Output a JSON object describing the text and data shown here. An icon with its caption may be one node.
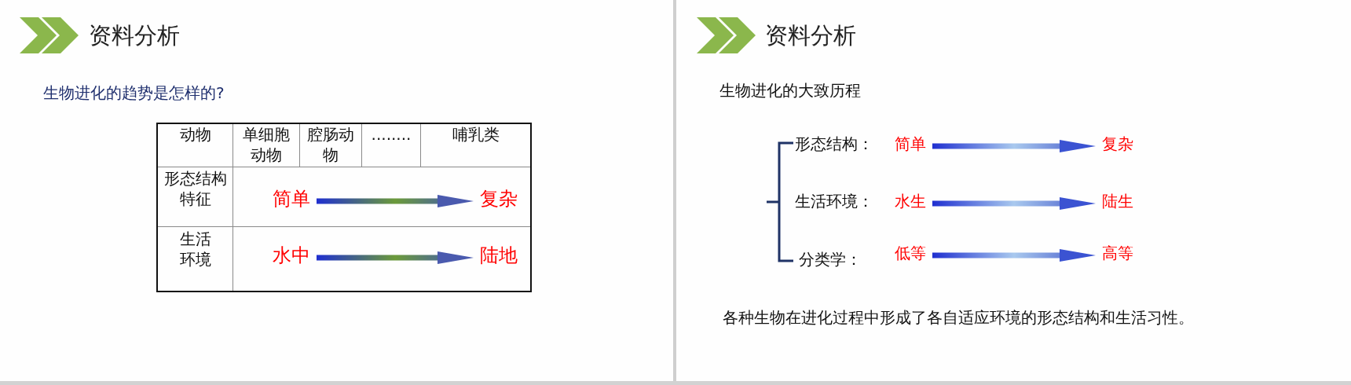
{
  "diagram": {
    "nodes": [
      {
        "text": [
          "简单"
        ]
      },
      {
        "text": [
          "复杂"
        ]
      },
      {
        "text": [
          "水中"
        ]
      },
      {
        "text": [
          "陆地"
        ]
      },
      {
        "text": [
          "简单"
        ]
      },
      {
        "text": [
          "复杂"
        ]
      },
      {
        "text": [
          "水生"
        ]
      },
      {
        "text": [
          "陆生"
        ]
      },
      {
        "text": [
          "低等"
        ]
      },
      {
        "text": [
          "高等"
        ]
      }
    ],
    "edges": [
      {
        "from": 0,
        "to": 1,
        "arrow": "to",
        "color": "#6b9a3a"
      },
      {
        "from": 2,
        "to": 3,
        "arrow": "to",
        "color": "#6b9a3a"
      },
      {
        "from": 4,
        "to": 5,
        "arrow": "to"
      },
      {
        "from": 6,
        "to": 7,
        "arrow": "to"
      },
      {
        "from": 8,
        "to": 9,
        "arrow": "to"
      }
    ],
    "labels": [
      "资料分析",
      "生物进化的趋势是怎样的?",
      "动物",
      "单细胞动物",
      "腔肠动物",
      "........",
      "哺乳类",
      "形态结构特征",
      "生活环境",
      "资料分析",
      "生物进化的大致历程",
      "形态结构：",
      "生活环境：",
      "分类学：",
      "各种生物在进化过程中形成了各自适应环境的形态结构和生活习性。"
    ]
  }
}
